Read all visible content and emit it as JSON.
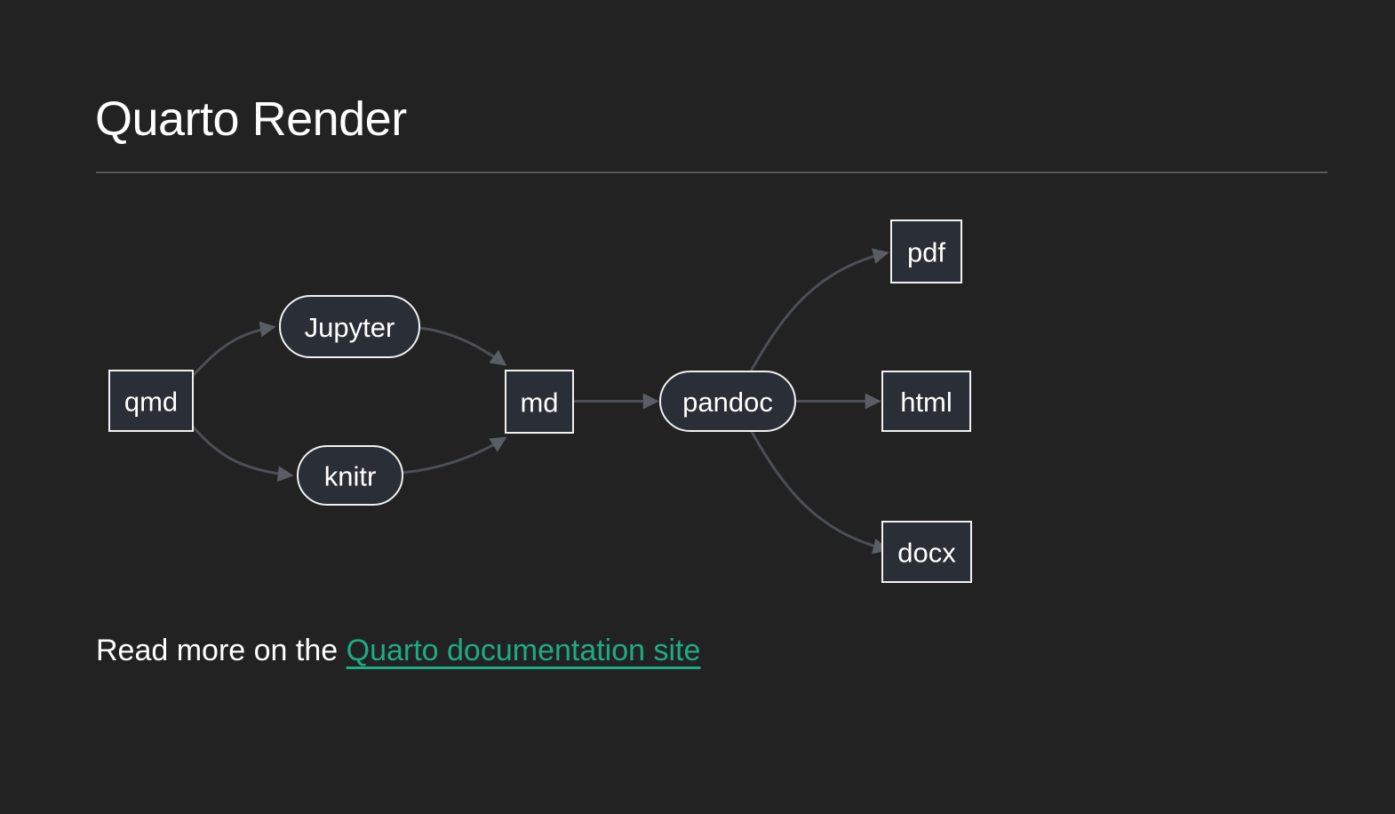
{
  "page": {
    "title": "Quarto Render",
    "background_color": "#222222",
    "text_color": "#ffffff"
  },
  "footer": {
    "prefix": "Read more on the ",
    "link_label": "Quarto documentation site",
    "link_color": "#1fab80"
  },
  "diagram": {
    "type": "flowchart",
    "direction": "left-to-right",
    "nodes": [
      {
        "id": "qmd",
        "label": "qmd",
        "shape": "rectangle"
      },
      {
        "id": "jupyter",
        "label": "Jupyter",
        "shape": "stadium"
      },
      {
        "id": "knitr",
        "label": "knitr",
        "shape": "stadium"
      },
      {
        "id": "md",
        "label": "md",
        "shape": "rectangle"
      },
      {
        "id": "pandoc",
        "label": "pandoc",
        "shape": "stadium"
      },
      {
        "id": "pdf",
        "label": "pdf",
        "shape": "rectangle"
      },
      {
        "id": "html",
        "label": "html",
        "shape": "rectangle"
      },
      {
        "id": "docx",
        "label": "docx",
        "shape": "rectangle"
      }
    ],
    "edges": [
      {
        "from": "qmd",
        "to": "jupyter"
      },
      {
        "from": "qmd",
        "to": "knitr"
      },
      {
        "from": "jupyter",
        "to": "md"
      },
      {
        "from": "knitr",
        "to": "md"
      },
      {
        "from": "md",
        "to": "pandoc"
      },
      {
        "from": "pandoc",
        "to": "pdf"
      },
      {
        "from": "pandoc",
        "to": "html"
      },
      {
        "from": "pandoc",
        "to": "docx"
      }
    ],
    "colors": {
      "node_fill": "#2a2e36",
      "node_border": "#f1f1f1",
      "node_text": "#ffffff",
      "edge": "#4c4f55",
      "arrowhead": "#5a5d63"
    }
  }
}
